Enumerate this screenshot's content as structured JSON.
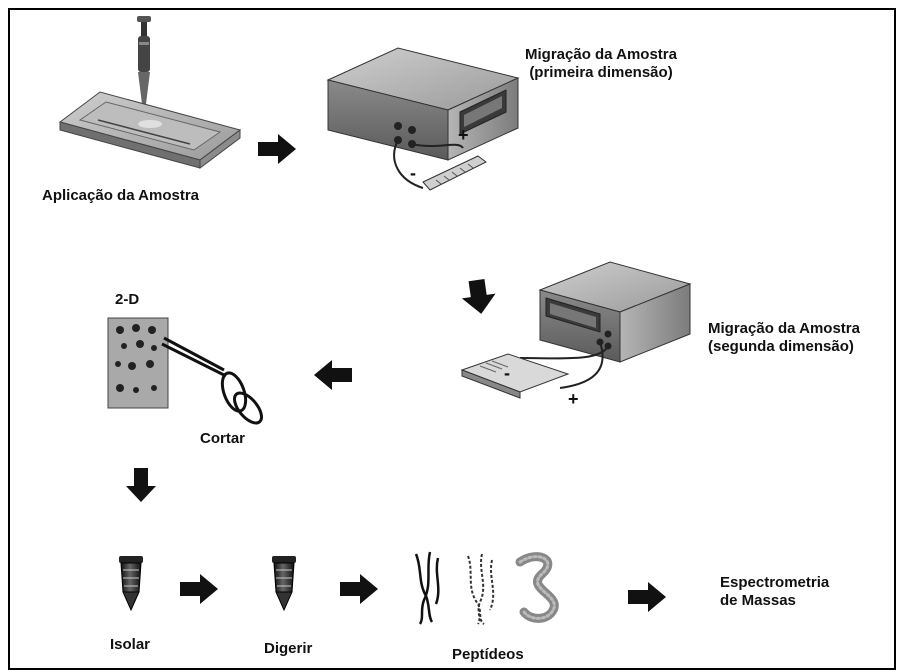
{
  "labels": {
    "application": "Aplicação da Amostra",
    "migration_first_line1": "Migração da Amostra",
    "migration_first_line2": "(primeira dimensão)",
    "migration_second_line1": "Migração da Amostra",
    "migration_second_line2": "(segunda dimensão)",
    "two_d": "2-D",
    "cut": "Cortar",
    "isolate": "Isolar",
    "digest": "Digerir",
    "peptides": "Peptídeos",
    "mass_spec_line1": "Espectrometria",
    "mass_spec_line2": "de Massas",
    "plus_1": "+",
    "minus_1": "-",
    "minus_2": "-",
    "plus_2": "+"
  }
}
